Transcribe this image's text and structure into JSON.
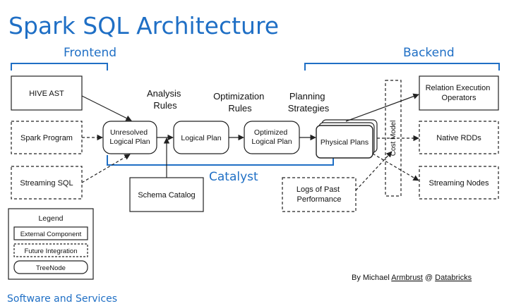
{
  "title": "Spark SQL Architecture",
  "frontend_label": "Frontend",
  "backend_label": "Backend",
  "catalyst_label": "Catalyst",
  "rules": {
    "analysis_line1": "Analysis",
    "analysis_line2": "Rules",
    "optimization_line1": "Optimization",
    "optimization_line2": "Rules",
    "planning_line1": "Planning",
    "planning_line2": "Strategies"
  },
  "nodes": {
    "hive_ast": "HIVE AST",
    "spark_program": "Spark Program",
    "streaming_sql": "Streaming SQL",
    "unresolved_line1": "Unresolved",
    "unresolved_line2": "Logical Plan",
    "logical_plan": "Logical Plan",
    "optimized_line1": "Optimized",
    "optimized_line2": "Logical Plan",
    "physical_plans": "Physical Plans",
    "cost_model": "Cost Model",
    "schema_catalog": "Schema Catalog",
    "logs_line1": "Logs of Past",
    "logs_line2": "Performance",
    "relation_line1": "Relation Execution",
    "relation_line2": "Operators",
    "native_rdds": "Native RDDs",
    "streaming_nodes": "Streaming Nodes"
  },
  "legend": {
    "title": "Legend",
    "external": "External Component",
    "future": "Future Integration",
    "treenode": "TreeNode"
  },
  "credit": {
    "prefix": "By Michael ",
    "name": "Armbrust",
    "at": " @ ",
    "company": "Databricks"
  },
  "footer": "Software and Services",
  "colors": {
    "accent": "#1f6fc5",
    "line": "#222222"
  }
}
